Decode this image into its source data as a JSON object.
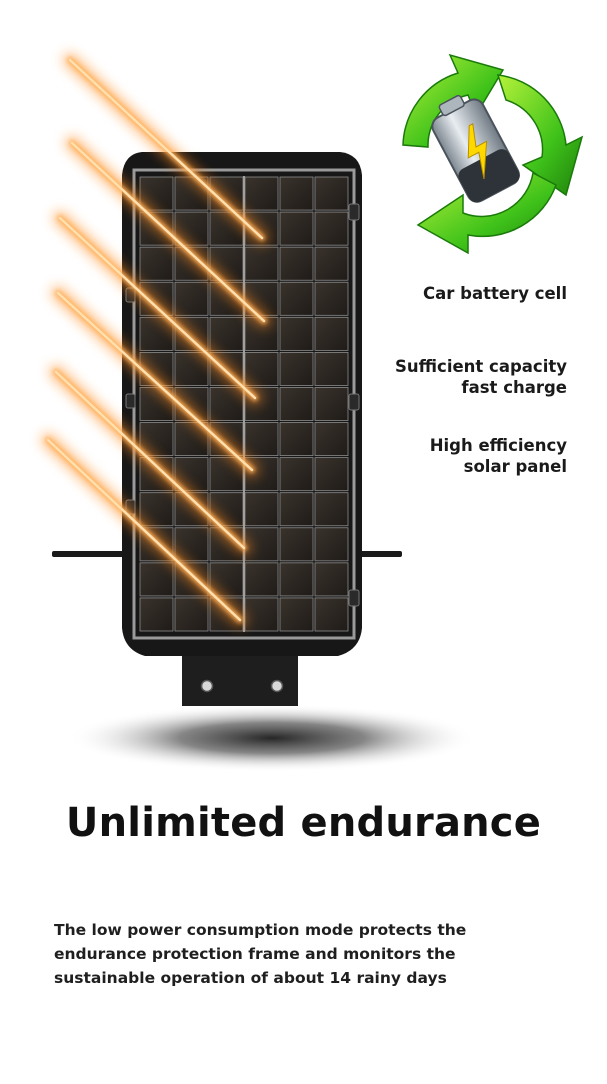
{
  "colors": {
    "panel_frame": "#1c1c1c",
    "cell": "#2b2622",
    "ray_core": "#ffe0b0",
    "ray_glow": "#ff8a1e",
    "recycle_green": "#3fc21a",
    "battery_silver": "#c9d0d6",
    "bolt_yellow": "#ffd800"
  },
  "icons": {
    "product": "solar-street-light",
    "battery": "recycle-battery-icon"
  },
  "features": [
    {
      "lines": [
        "Car battery cell"
      ]
    },
    {
      "lines": [
        "Sufficient capacity",
        "fast charge"
      ]
    },
    {
      "lines": [
        "High efficiency",
        "solar panel"
      ]
    }
  ],
  "headline": "Unlimited endurance",
  "description": {
    "lines": [
      "The low power consumption mode protects the",
      "endurance protection frame and monitors the",
      "sustainable operation of about 14 rainy days"
    ]
  }
}
